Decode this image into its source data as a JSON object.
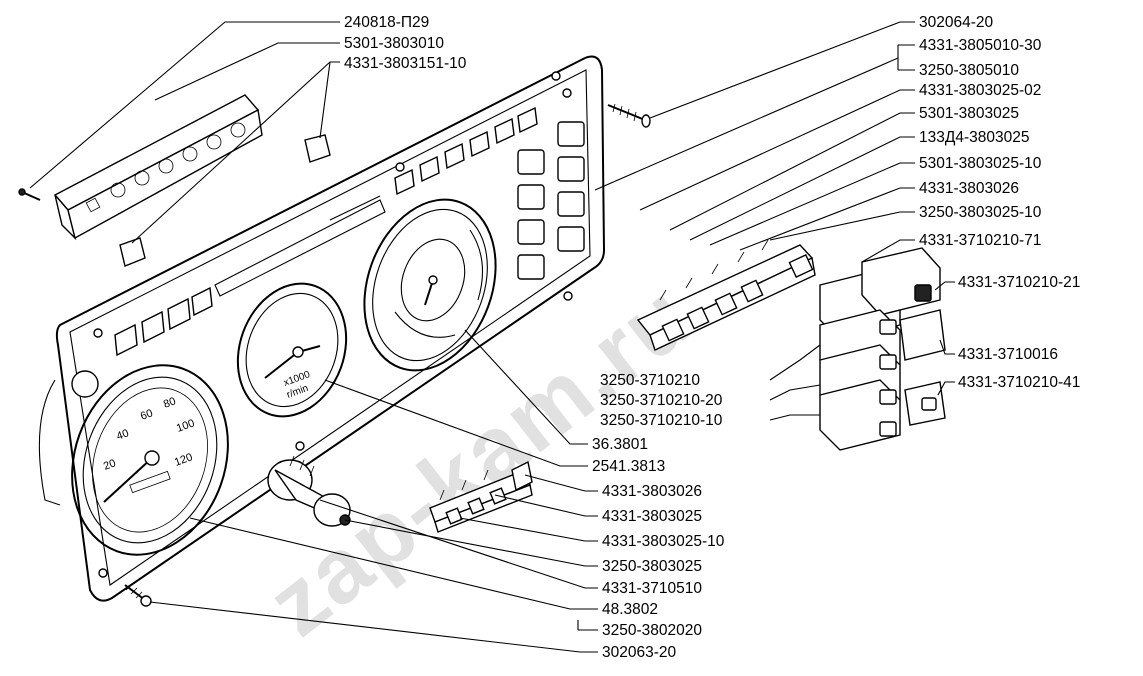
{
  "watermark": "zap-kam.ru",
  "labels": {
    "l1": "240818-П29",
    "l2": "5301-3803010",
    "l3": "4331-3803151-10",
    "r1": "302064-20",
    "r2": "4331-3805010-30",
    "r3": "3250-3805010",
    "r4": "4331-3803025-02",
    "r5": "5301-3803025",
    "r6": "133Д4-3803025",
    "r7": "5301-3803025-10",
    "r8": "4331-3803026",
    "r9": "3250-3803025-10",
    "r10": "4331-3710210-71",
    "r11": "4331-3710210-21",
    "r12": "4331-3710016",
    "r13": "4331-3710210-41",
    "m1": "3250-3710210",
    "m2": "3250-3710210-20",
    "m3": "3250-3710210-10",
    "m4": "36.3801",
    "m5": "2541.3813",
    "m6": "4331-3803026",
    "m7": "4331-3803025",
    "m8": "4331-3803025-10",
    "m9": "3250-3803025",
    "m10": "4331-3710510",
    "m11": "48.3802",
    "m12": "3250-3802020",
    "m13": "302063-20"
  }
}
